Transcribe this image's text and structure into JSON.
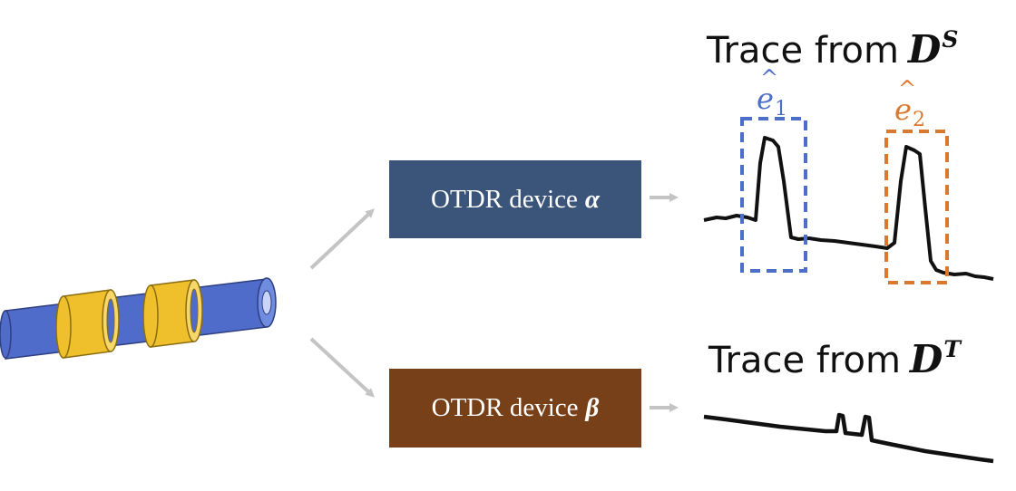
{
  "devices": {
    "alpha": {
      "label": "OTDR device",
      "symbol": "α"
    },
    "beta": {
      "label": "OTDR device",
      "symbol": "β"
    }
  },
  "traces": {
    "source": {
      "title": "Trace from",
      "var": "D",
      "sup": "S"
    },
    "target": {
      "title": "Trace from",
      "var": "D",
      "sup": "T"
    }
  },
  "events": {
    "e1": {
      "letter": "e",
      "sub": "1"
    },
    "e2": {
      "letter": "e",
      "sub": "2"
    }
  },
  "colors": {
    "alpha_box": "#3b547a",
    "beta_box": "#784019",
    "event1": "#4e6fc9",
    "event2": "#d9782f",
    "fiber": "#4e6fc9",
    "connector": "#f0bf2c",
    "arrow": "#c4c4c4"
  }
}
